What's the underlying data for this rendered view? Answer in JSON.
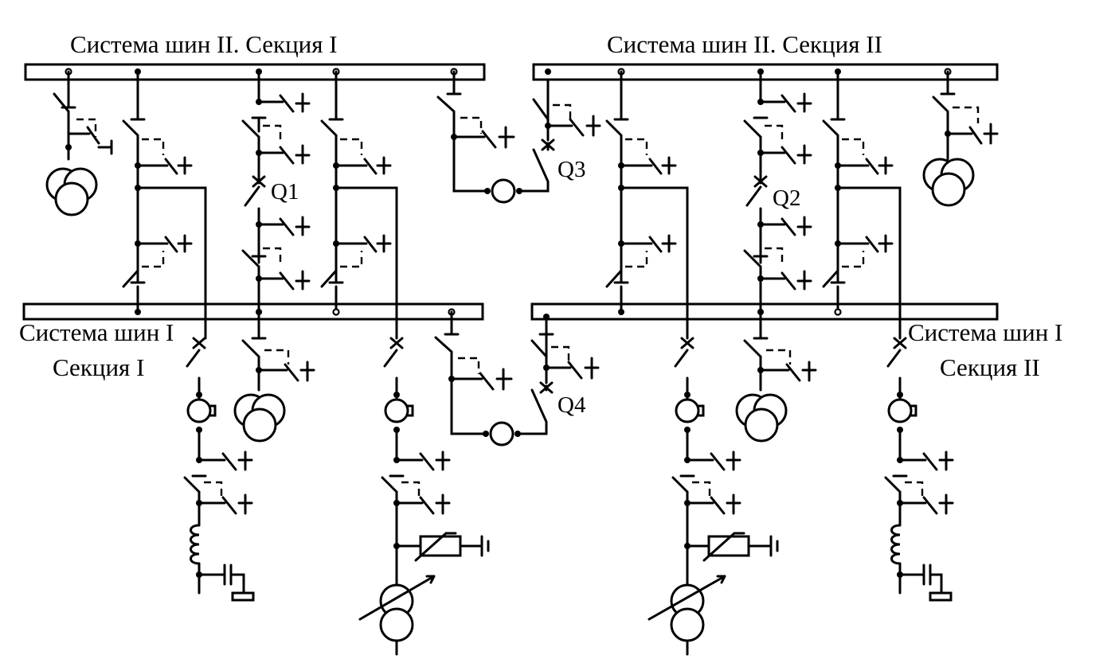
{
  "labels": {
    "bus2_sec1": "Система шин II. Секция I",
    "bus2_sec2": "Система шин II. Секция II",
    "bus1_sec1_line1": "Система шин I",
    "bus1_sec1_line2": "Секция I",
    "bus1_sec2_line1": "Система шин I",
    "bus1_sec2_line2": "Секция II",
    "breakers": {
      "q1": "Q1",
      "q2": "Q2",
      "q3": "Q3",
      "q4": "Q4"
    }
  }
}
